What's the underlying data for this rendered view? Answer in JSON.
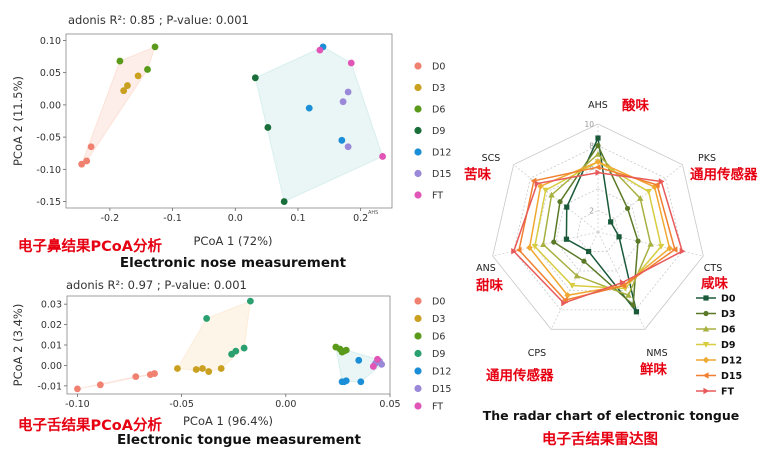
{
  "chart_data": [
    {
      "type": "scatter",
      "stats_label": "adonis R²:  0.85 ; P-value:  0.001",
      "xlabel": "PCoA 1 (72%)",
      "ylabel": "PCoA 2 (11.5%)",
      "xlim": [
        -0.27,
        0.25
      ],
      "ylim": [
        -0.16,
        0.11
      ],
      "x_ticks": [
        -0.2,
        -0.1,
        0.0,
        0.1,
        0.2
      ],
      "x_tick_labels": [
        "-0.2",
        "-0.1",
        "0.0",
        "0.1",
        "0.2"
      ],
      "y_ticks": [
        -0.15,
        -0.1,
        -0.05,
        0.0,
        0.05,
        0.1
      ],
      "y_tick_labels": [
        "-0.15",
        "-0.10",
        "-0.05",
        "0.00",
        "0.05",
        "0.10"
      ],
      "corner_label": "AHS",
      "subtitle_cn": "电子鼻结果PCoA分析",
      "caption": "Electronic nose measurement",
      "legend_position": "right",
      "series": [
        {
          "name": "D0",
          "color": "#f08070",
          "points": [
            [
              -0.245,
              -0.092
            ],
            [
              -0.237,
              -0.087
            ],
            [
              -0.23,
              -0.065
            ]
          ]
        },
        {
          "name": "D3",
          "color": "#c9a020",
          "points": [
            [
              -0.178,
              0.022
            ],
            [
              -0.172,
              0.03
            ],
            [
              -0.155,
              0.045
            ]
          ]
        },
        {
          "name": "D6",
          "color": "#5a9a1a",
          "points": [
            [
              -0.184,
              0.068
            ],
            [
              -0.14,
              0.055
            ],
            [
              -0.128,
              0.09
            ]
          ]
        },
        {
          "name": "D9",
          "color": "#1a6e3a",
          "points": [
            [
              0.032,
              0.042
            ],
            [
              0.052,
              -0.035
            ],
            [
              0.078,
              -0.15
            ]
          ]
        },
        {
          "name": "D12",
          "color": "#1a8ed6",
          "points": [
            [
              0.14,
              0.09
            ],
            [
              0.118,
              -0.005
            ],
            [
              0.17,
              -0.055
            ]
          ]
        },
        {
          "name": "D15",
          "color": "#9b88d8",
          "points": [
            [
              0.172,
              0.005
            ],
            [
              0.18,
              0.02
            ],
            [
              0.18,
              -0.065
            ]
          ]
        },
        {
          "name": "FT",
          "color": "#e055b5",
          "points": [
            [
              0.135,
              0.085
            ],
            [
              0.185,
              0.065
            ],
            [
              0.235,
              -0.08
            ]
          ]
        }
      ]
    },
    {
      "type": "scatter",
      "stats_label": "adonis R²:  0.97 ; P-value:  0.001",
      "xlabel": "PCoA 1 (96.4%)",
      "ylabel": "PCoA 2 (3.4%)",
      "xlim": [
        -0.105,
        0.05
      ],
      "ylim": [
        -0.014,
        0.034
      ],
      "x_ticks": [
        -0.1,
        -0.05,
        0.0,
        0.05
      ],
      "x_tick_labels": [
        "-0.10",
        "-0.05",
        "0.00",
        "0.05"
      ],
      "y_ticks": [
        -0.01,
        0.0,
        0.01,
        0.02,
        0.03
      ],
      "y_tick_labels": [
        "-0.01",
        "0.00",
        "0.01",
        "0.02",
        "0.03"
      ],
      "subtitle_cn": "电子舌结果PCoA分析",
      "caption": "Electronic tongue measurement",
      "legend_position": "right",
      "series": [
        {
          "name": "D0",
          "color": "#f08070",
          "points": [
            [
              -0.1,
              -0.0115
            ],
            [
              -0.089,
              -0.0095
            ],
            [
              -0.072,
              -0.0055
            ],
            [
              -0.065,
              -0.0045
            ],
            [
              -0.063,
              -0.004
            ]
          ]
        },
        {
          "name": "D3",
          "color": "#c9a020",
          "points": [
            [
              -0.052,
              -0.0015
            ],
            [
              -0.043,
              -0.002
            ],
            [
              -0.04,
              -0.0015
            ],
            [
              -0.037,
              -0.003
            ],
            [
              -0.031,
              -0.0015
            ]
          ]
        },
        {
          "name": "D6",
          "color": "#5a9a1a",
          "points": [
            [
              0.024,
              0.009
            ],
            [
              0.026,
              0.008
            ],
            [
              0.027,
              0.0065
            ],
            [
              0.028,
              0.007
            ],
            [
              0.029,
              0.0075
            ]
          ]
        },
        {
          "name": "D9",
          "color": "#2aa070",
          "points": [
            [
              -0.038,
              0.023
            ],
            [
              -0.017,
              0.0315
            ],
            [
              -0.026,
              0.0055
            ],
            [
              -0.024,
              0.007
            ],
            [
              -0.02,
              0.0085
            ]
          ]
        },
        {
          "name": "D12",
          "color": "#1a8ed6",
          "points": [
            [
              0.027,
              -0.008
            ],
            [
              0.029,
              -0.0075
            ],
            [
              0.035,
              0.0025
            ],
            [
              0.036,
              -0.008
            ],
            [
              0.028,
              -0.008
            ]
          ]
        },
        {
          "name": "D15",
          "color": "#9b88d8",
          "points": [
            [
              0.043,
              0.001
            ],
            [
              0.045,
              0.002
            ],
            [
              0.046,
              0.0005
            ]
          ]
        },
        {
          "name": "FT",
          "color": "#e055b5",
          "points": [
            [
              0.042,
              -0.0005
            ],
            [
              0.044,
              0.003
            ]
          ]
        }
      ]
    },
    {
      "type": "radar",
      "title": "The radar chart of electronic tongue",
      "subtitle_cn": "电子舌结果雷达图",
      "axes": [
        "AHS",
        "PKS",
        "CTS",
        "NMS",
        "CPS",
        "ANS",
        "SCS"
      ],
      "axis_cn": [
        "酸味",
        "通用传感器",
        "咸味",
        "鲜味",
        "通用传感器",
        "甜味",
        "苦味"
      ],
      "rlim": [
        0,
        10
      ],
      "r_ticks": [
        2,
        4,
        6,
        8,
        10
      ],
      "r_tick_labels": [
        "2",
        "",
        "6",
        "8",
        "10"
      ],
      "legend_position": "right",
      "series": [
        {
          "name": "D0",
          "color": "#1a5a3a",
          "marker": "square",
          "values": [
            8.7,
            1.5,
            2.0,
            8.2,
            2.0,
            3.0,
            3.7
          ]
        },
        {
          "name": "D3",
          "color": "#5a7a28",
          "marker": "circle",
          "values": [
            8.0,
            3.5,
            3.8,
            7.5,
            3.0,
            4.2,
            4.5
          ]
        },
        {
          "name": "D6",
          "color": "#a8b040",
          "marker": "triangle",
          "values": [
            7.2,
            5.0,
            5.0,
            6.5,
            4.5,
            5.2,
            5.5
          ]
        },
        {
          "name": "D9",
          "color": "#d8cc40",
          "marker": "triangle-down",
          "values": [
            6.5,
            6.0,
            6.0,
            5.8,
            5.5,
            6.0,
            6.2
          ]
        },
        {
          "name": "D12",
          "color": "#f0a830",
          "marker": "diamond",
          "values": [
            6.5,
            6.7,
            6.8,
            5.5,
            6.5,
            6.5,
            6.8
          ]
        },
        {
          "name": "D15",
          "color": "#f08030",
          "marker": "triangle-left",
          "values": [
            6.0,
            7.0,
            7.3,
            5.5,
            7.0,
            7.5,
            7.6
          ]
        },
        {
          "name": "FT",
          "color": "#e85a5a",
          "marker": "triangle-right",
          "values": [
            5.5,
            7.5,
            8.0,
            5.2,
            7.3,
            8.0,
            7.2
          ]
        }
      ]
    }
  ]
}
